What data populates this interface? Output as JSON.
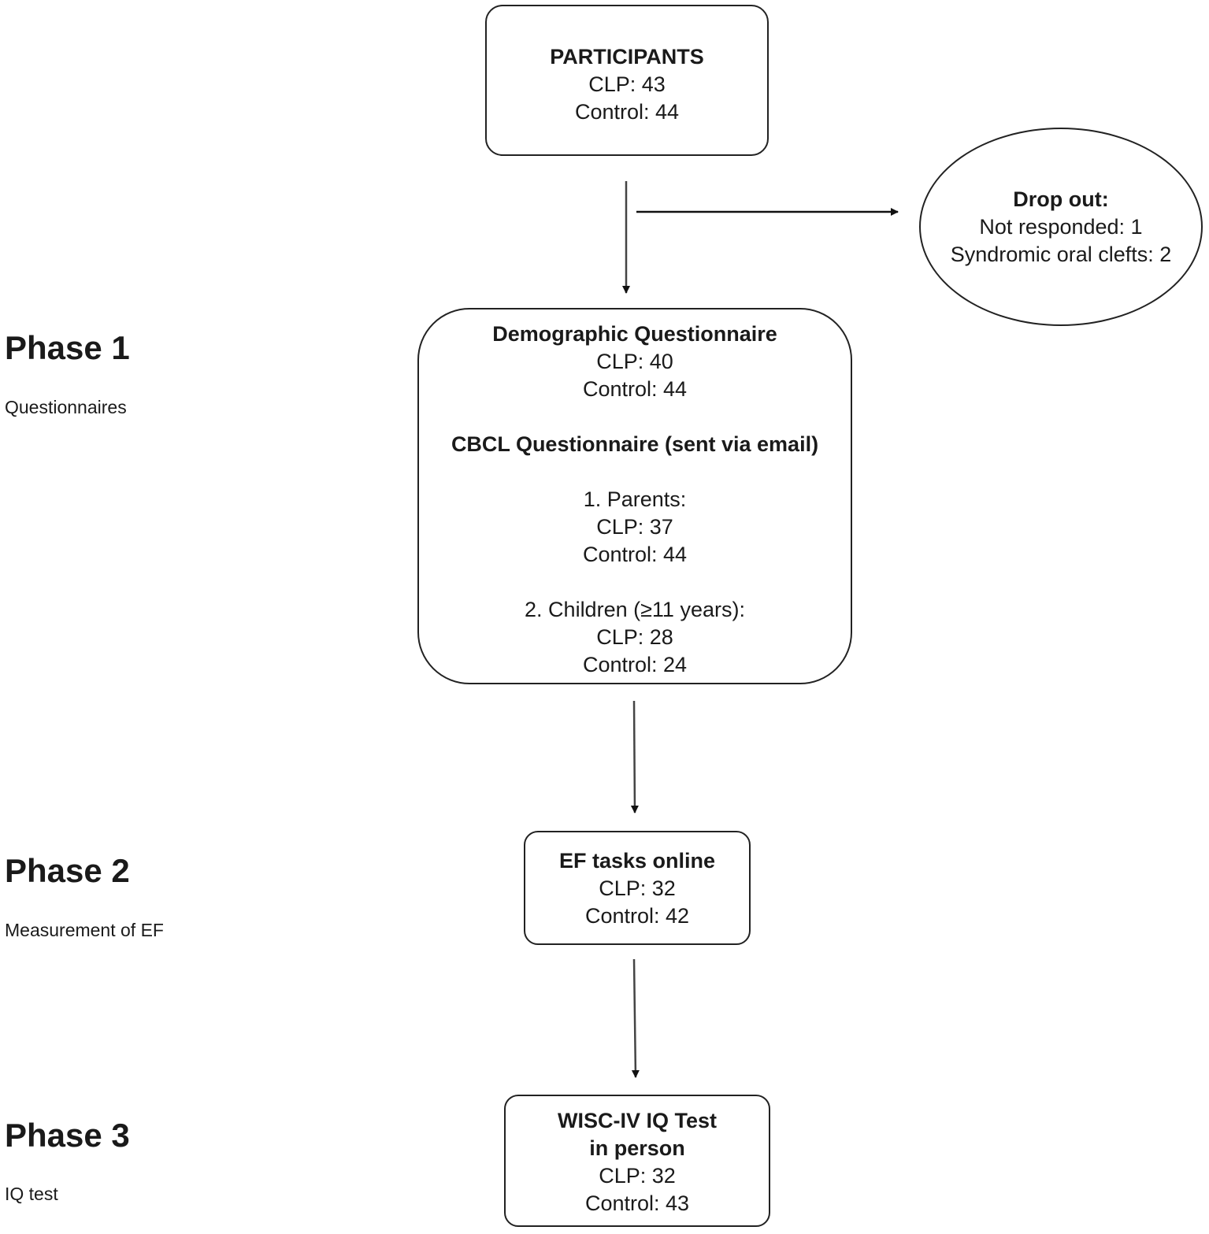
{
  "participants": {
    "title": "PARTICIPANTS",
    "clp": "CLP: 43",
    "control": "Control: 44"
  },
  "dropout": {
    "title": "Drop out:",
    "line1": "Not responded: 1",
    "line2": "Syndromic oral clefts: 2"
  },
  "phase1": {
    "heading": "Phase 1",
    "sub": "Questionnaires",
    "demo_title": "Demographic Questionnaire",
    "demo_clp": "CLP: 40",
    "demo_control": "Control: 44",
    "cbcl_title": "CBCL Questionnaire (sent via email)",
    "parents_label": "1. Parents:",
    "parents_clp": "CLP: 37",
    "parents_control": "Control: 44",
    "children_label": "2. Children (≥11 years):",
    "children_clp": "CLP: 28",
    "children_control": "Control: 24"
  },
  "phase2": {
    "heading": "Phase 2",
    "sub": "Measurement of EF",
    "box_title": "EF tasks online",
    "clp": "CLP: 32",
    "control": "Control: 42"
  },
  "phase3": {
    "heading": "Phase 3",
    "sub": "IQ test",
    "box_title_1": "WISC-IV IQ Test",
    "box_title_2": "in person",
    "clp": "CLP: 32",
    "control": "Control: 43"
  }
}
